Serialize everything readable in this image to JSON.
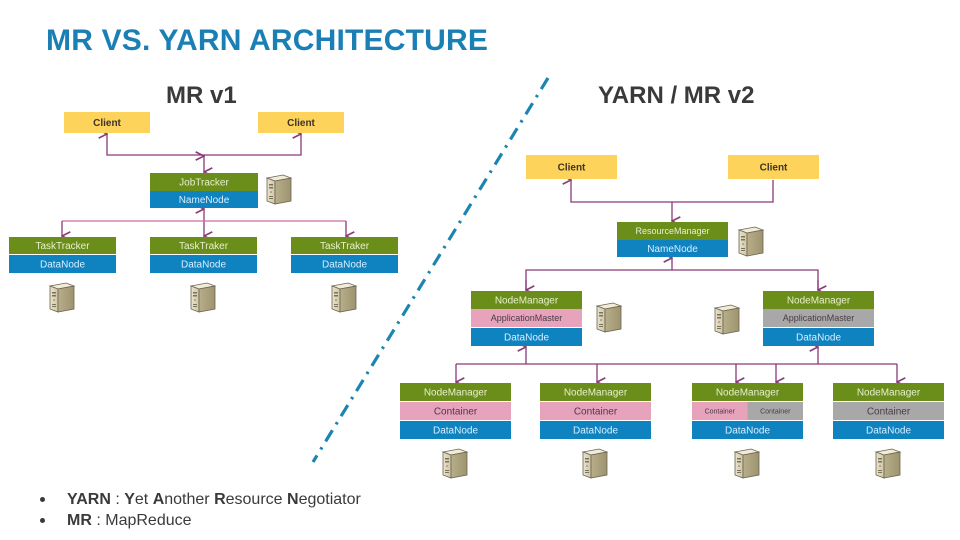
{
  "title": "MR VS. YARN ARCHITECTURE",
  "colors": {
    "title": "#1a7fb5",
    "client": "#fdd35c",
    "green": "#6b8e1a",
    "blue": "#0f82c0",
    "pink": "#e6a3bb",
    "gray": "#a8a8a8",
    "connector": "#8a3a78",
    "divider": "#1a85b0"
  },
  "mr_v1": {
    "heading": "MR v1",
    "clients": [
      "Client",
      "Client"
    ],
    "master": {
      "top": "JobTracker",
      "bottom": "NameNode"
    },
    "workers": [
      {
        "top": "TaskTracker",
        "bottom": "DataNode"
      },
      {
        "top": "TaskTraker",
        "bottom": "DataNode"
      },
      {
        "top": "TaskTraker",
        "bottom": "DataNode"
      }
    ]
  },
  "yarn": {
    "heading": "YARN / MR v2",
    "clients": [
      "Client",
      "Client"
    ],
    "master": {
      "top": "ResourceManager",
      "bottom": "NameNode"
    },
    "app_nodes": [
      {
        "top": "NodeManager",
        "middle": "ApplicationMaster",
        "middle_color": "pink",
        "bottom": "DataNode"
      },
      {
        "top": "NodeManager",
        "middle": "ApplicationMaster",
        "middle_color": "gray",
        "bottom": "DataNode"
      }
    ],
    "workers": [
      {
        "top": "NodeManager",
        "middle": [
          "Container"
        ],
        "middle_colors": [
          "pink"
        ],
        "bottom": "DataNode"
      },
      {
        "top": "NodeManager",
        "middle": [
          "Container"
        ],
        "middle_colors": [
          "pink"
        ],
        "bottom": "DataNode"
      },
      {
        "top": "NodeManager",
        "middle": [
          "Container",
          "Container"
        ],
        "middle_colors": [
          "pink",
          "gray"
        ],
        "bottom": "DataNode"
      },
      {
        "top": "NodeManager",
        "middle": [
          "Container"
        ],
        "middle_colors": [
          "gray"
        ],
        "bottom": "DataNode"
      }
    ]
  },
  "bullets": [
    {
      "term": "YARN",
      "sep": " : ",
      "parts": [
        [
          "Y",
          "et "
        ],
        [
          "A",
          "nother "
        ],
        [
          "R",
          "esource "
        ],
        [
          "N",
          "egotiator"
        ]
      ]
    },
    {
      "term": "MR",
      "sep": " : ",
      "parts": [
        [
          "",
          "MapReduce"
        ]
      ]
    }
  ],
  "icons": {
    "server": "server-icon"
  }
}
